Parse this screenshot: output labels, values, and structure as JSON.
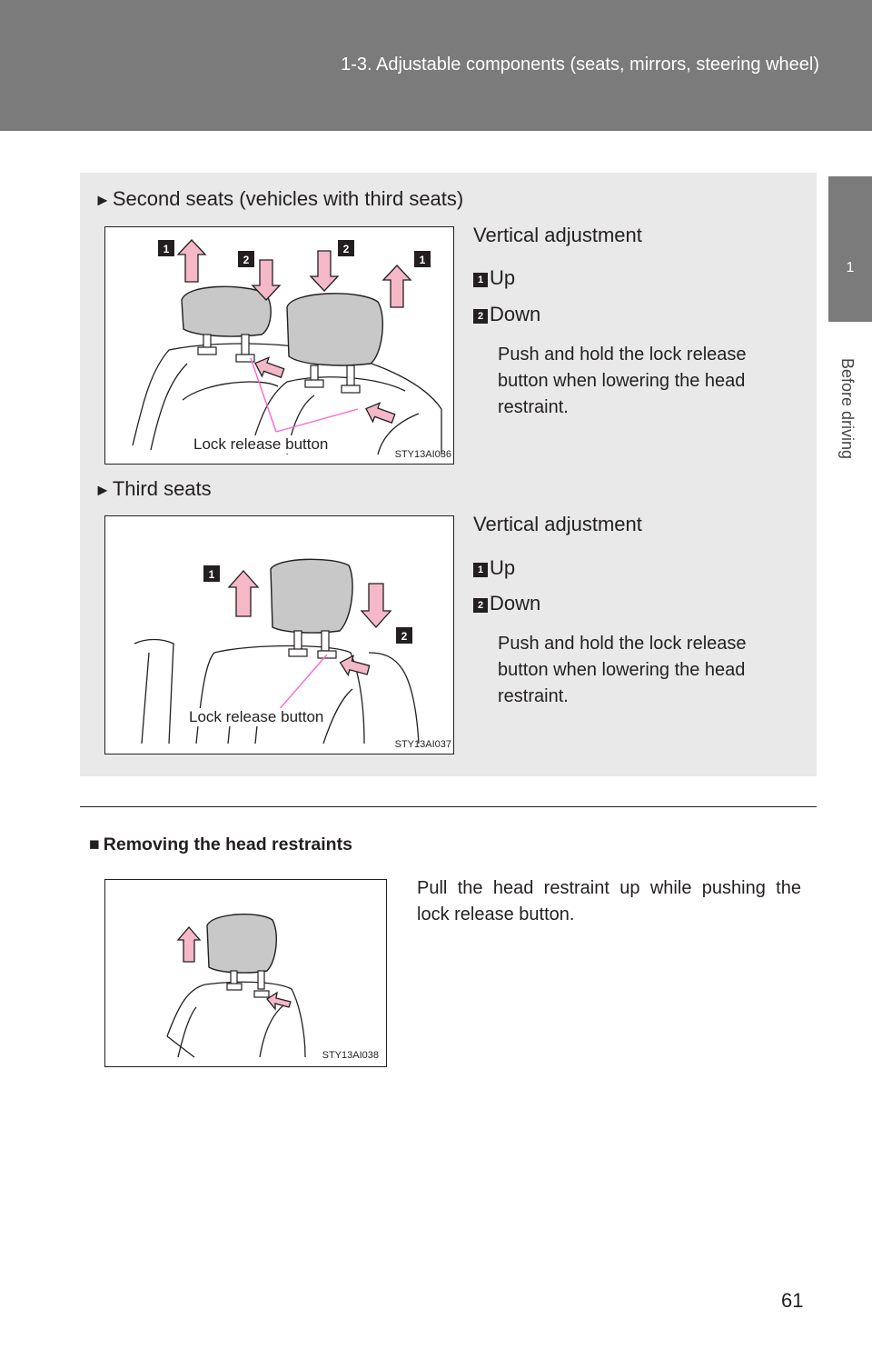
{
  "header": {
    "title": "1-3. Adjustable components (seats, mirrors, steering wheel)"
  },
  "side_tab": {
    "chapter_number": "1",
    "chapter_label": "Before driving"
  },
  "colors": {
    "header_gray": "#7b7b7b",
    "panel_gray": "#e9e9e9",
    "arrow_pink": "#f4b8c8",
    "leader_pink": "#ff66cc"
  },
  "section_second": {
    "marker": "►",
    "title": "Second seats (vehicles with third seats)",
    "figure_code": "STY13AI036",
    "figure_label": "Lock release button",
    "desc_title": "Vertical adjustment",
    "items": [
      {
        "num": "1",
        "label": "Up"
      },
      {
        "num": "2",
        "label": "Down"
      }
    ],
    "note": "Push and hold the lock release button when lowering the head restraint."
  },
  "section_third": {
    "marker": "►",
    "title": "Third seats",
    "figure_code": "STY13AI037",
    "figure_label": "Lock release button",
    "desc_title": "Vertical adjustment",
    "items": [
      {
        "num": "1",
        "label": "Up"
      },
      {
        "num": "2",
        "label": "Down"
      }
    ],
    "note": "Push and hold the lock release button when lowering the head restraint."
  },
  "removing": {
    "marker": "■",
    "heading": "Removing the head restraints",
    "text": "Pull the head restraint up while pushing the lock release button.",
    "figure_code": "STY13AI038"
  },
  "page_number": "61"
}
